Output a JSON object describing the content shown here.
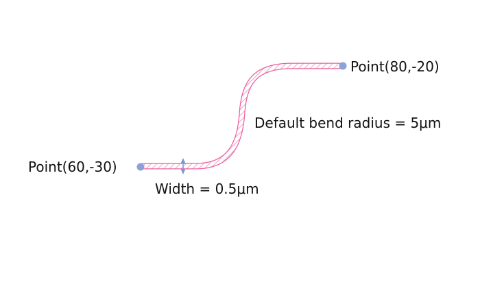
{
  "labels": {
    "start_point": "Point(60,-30)",
    "end_point": "Point(80,-20)",
    "bend_radius": "Default bend radius = 5μm",
    "width": "Width = 0.5μm"
  },
  "colors": {
    "waveguide": "#ee5c9e",
    "waveguide_hatch": "#f08cb8",
    "point_marker": "#8aa2d8",
    "width_arrow": "#7a98d6",
    "text": "#111111",
    "background": "#ffffff"
  },
  "icons": {
    "start_marker": "filled-circle",
    "end_marker": "filled-circle",
    "width_indicator": "double-headed-vertical-arrow"
  }
}
